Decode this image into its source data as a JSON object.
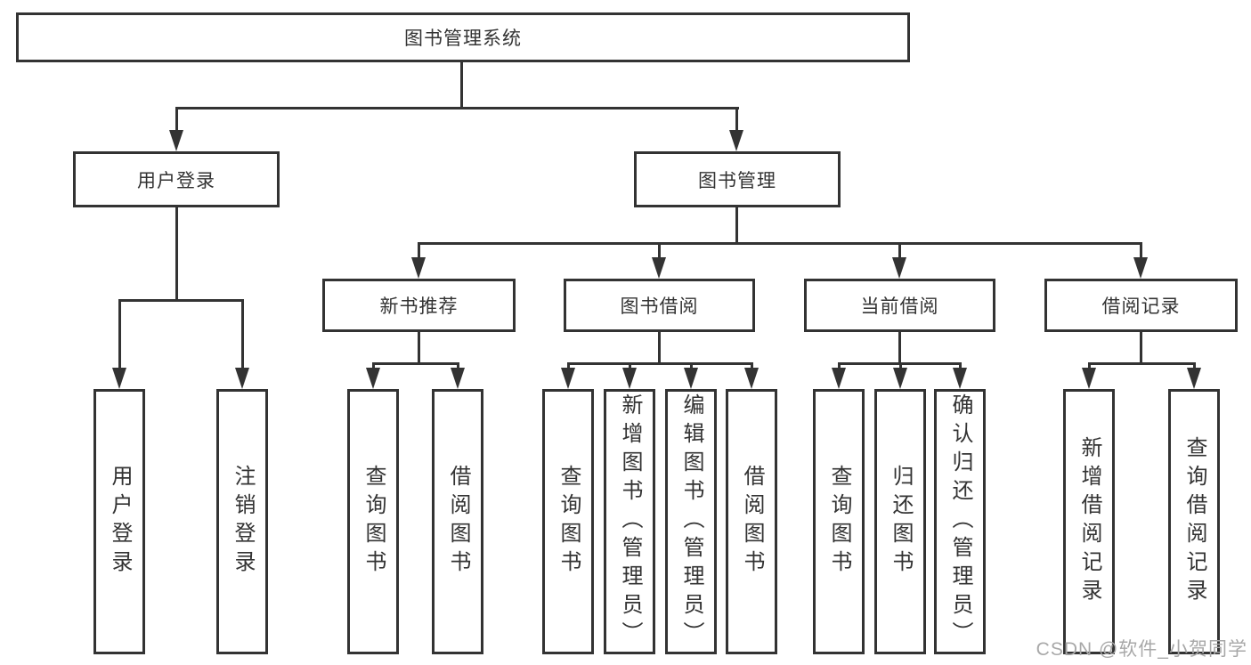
{
  "diagram": {
    "root": {
      "label": "图书管理系统"
    },
    "level2": [
      {
        "label": "用户登录"
      },
      {
        "label": "图书管理"
      }
    ],
    "level3": [
      {
        "label": "新书推荐",
        "parent": "图书管理"
      },
      {
        "label": "图书借阅",
        "parent": "图书管理"
      },
      {
        "label": "当前借阅",
        "parent": "图书管理"
      },
      {
        "label": "借阅记录",
        "parent": "图书管理"
      }
    ],
    "leaves": [
      {
        "label": "用户登录",
        "parent": "用户登录"
      },
      {
        "label": "注销登录",
        "parent": "用户登录"
      },
      {
        "label": "查询图书",
        "parent": "新书推荐"
      },
      {
        "label": "借阅图书",
        "parent": "新书推荐"
      },
      {
        "label": "查询图书",
        "parent": "图书借阅"
      },
      {
        "label": "新增图书（管理员）",
        "parent": "图书借阅"
      },
      {
        "label": "编辑图书（管理员）",
        "parent": "图书借阅"
      },
      {
        "label": "借阅图书",
        "parent": "图书借阅"
      },
      {
        "label": "查询图书",
        "parent": "当前借阅"
      },
      {
        "label": "归还图书",
        "parent": "当前借阅"
      },
      {
        "label": "确认归还（管理员）",
        "parent": "当前借阅"
      },
      {
        "label": "新增借阅记录",
        "parent": "借阅记录"
      },
      {
        "label": "查询借阅记录",
        "parent": "借阅记录"
      }
    ],
    "watermark": "CSDN @软件_小贺同学",
    "colors": {
      "line": "#333333",
      "text": "#333333",
      "box_background": "#ffffff",
      "page_background": "#ffffff",
      "watermark": "#a8a8a8"
    }
  }
}
